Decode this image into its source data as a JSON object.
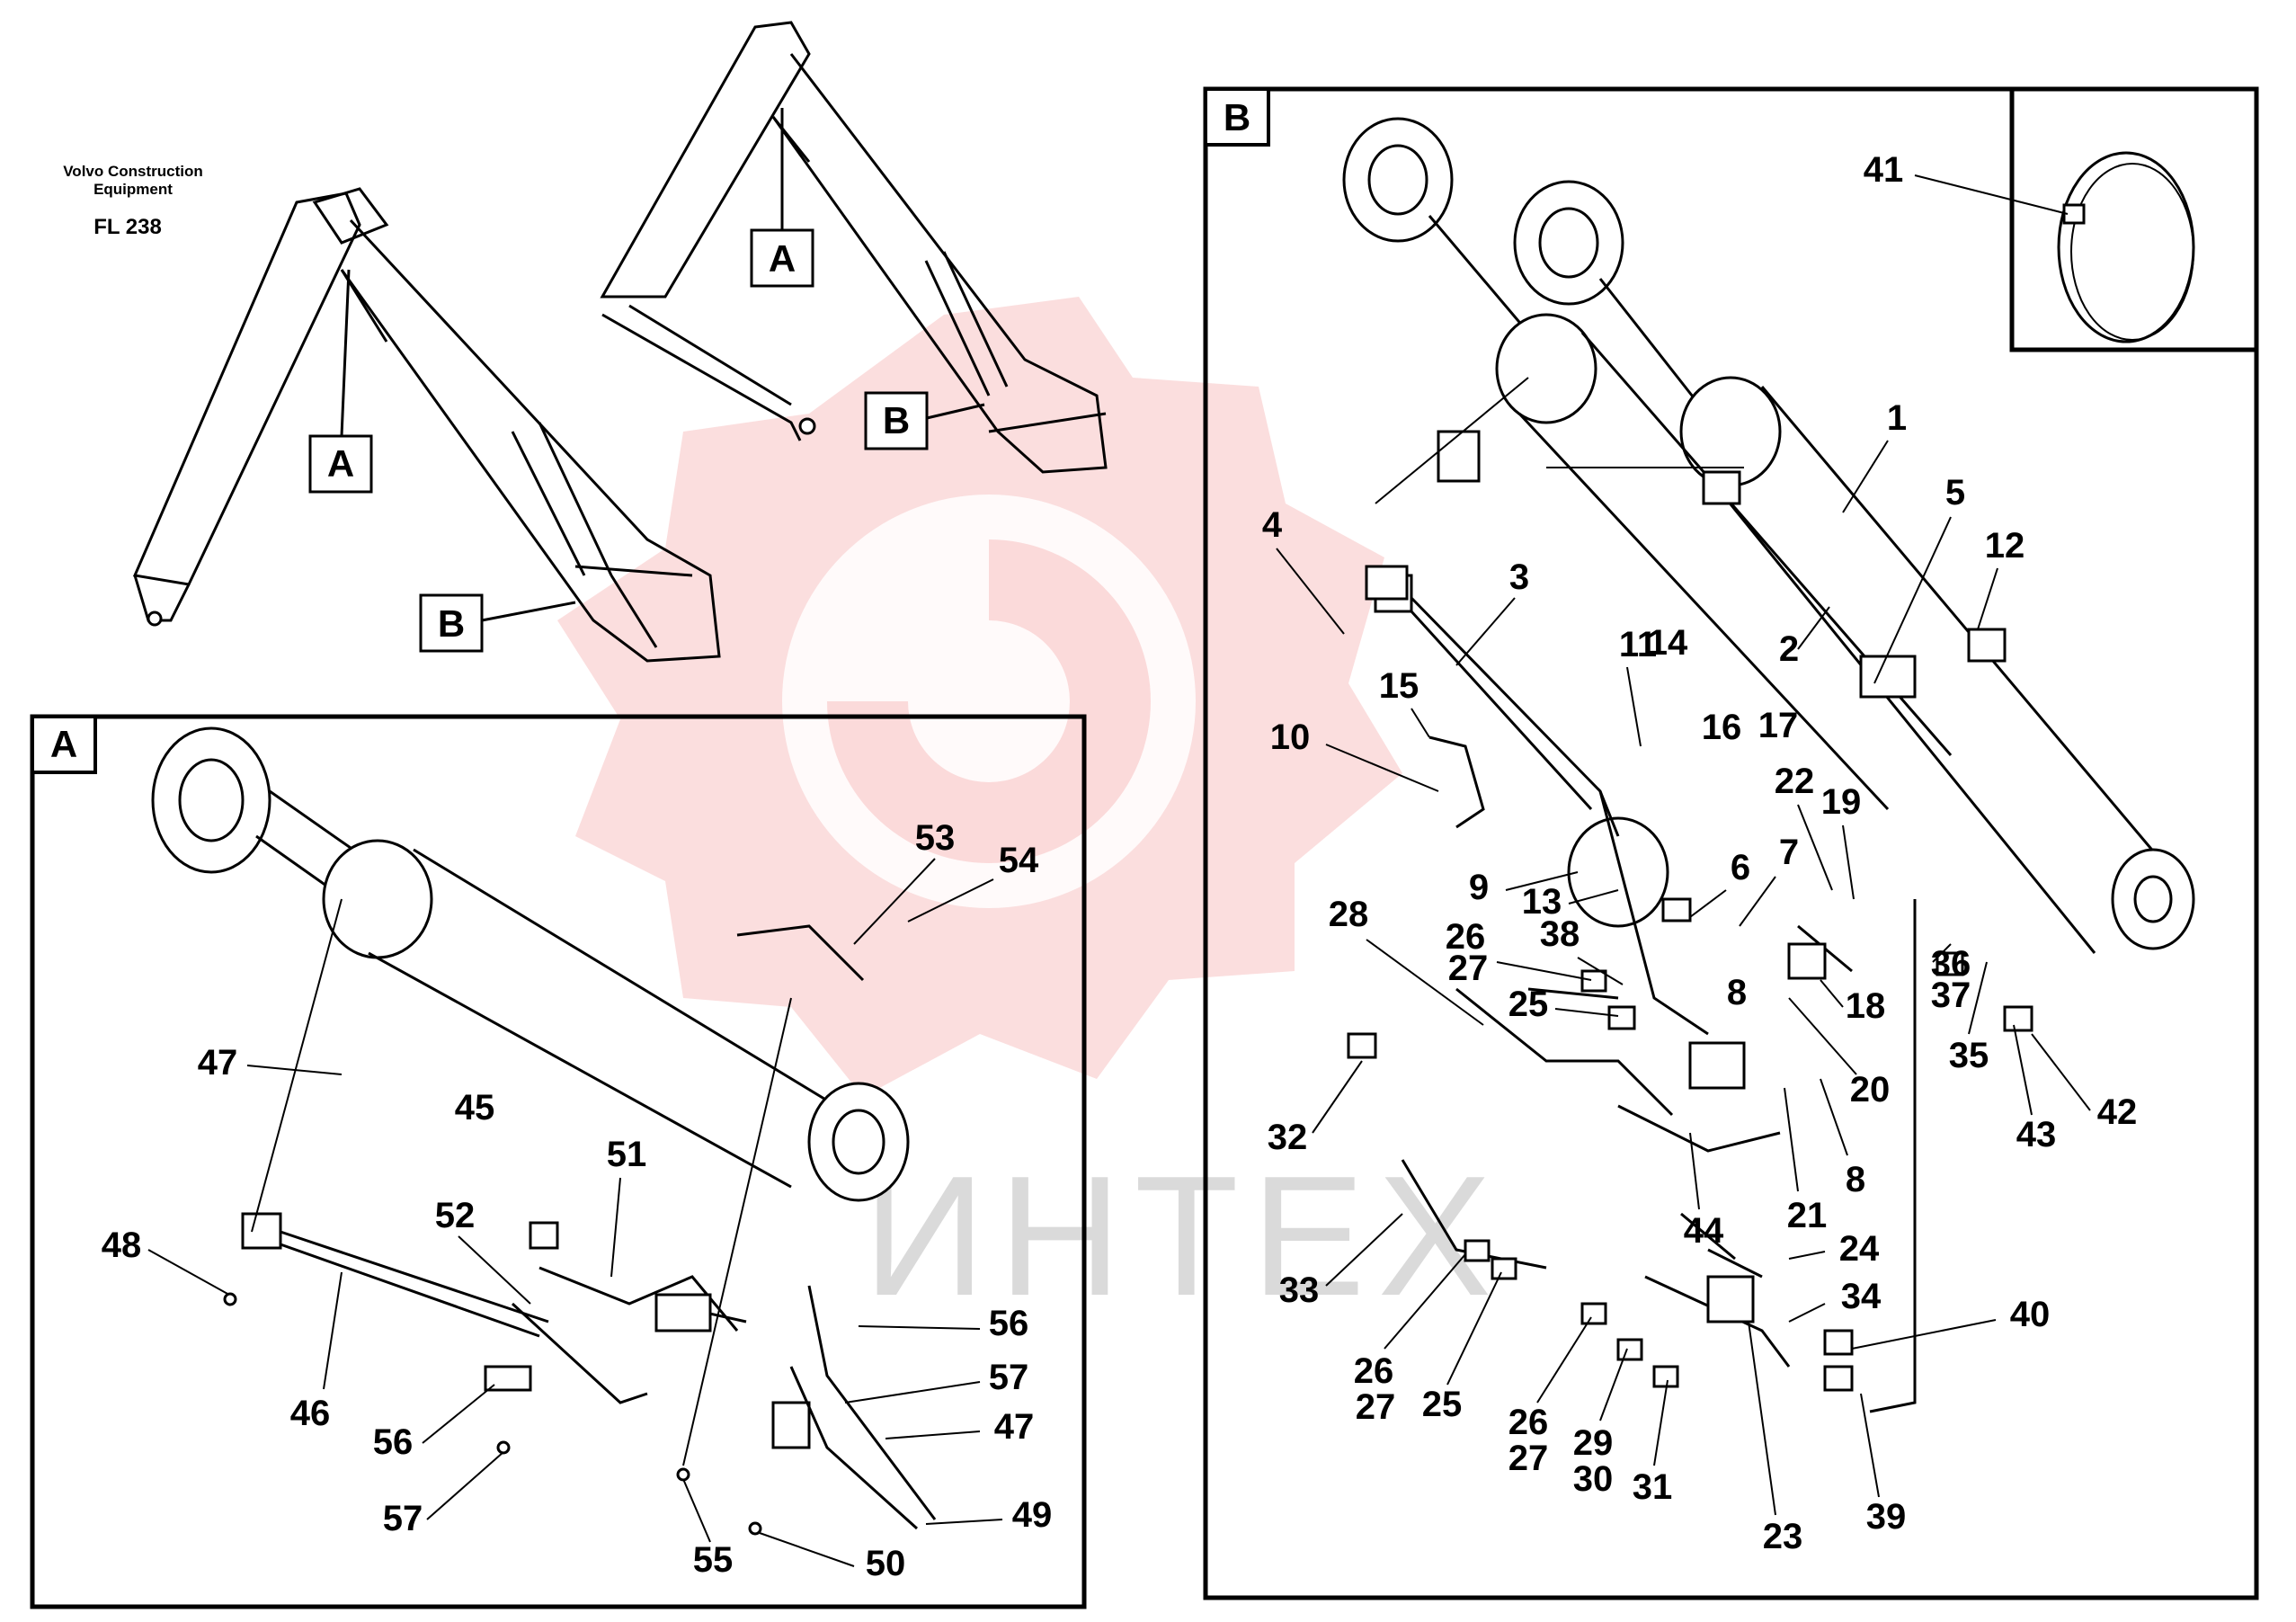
{
  "header": {
    "brand_line1": "Volvo Construction",
    "brand_line2": "Equipment",
    "model": "FL 238"
  },
  "watermark": "ИНТЕХ",
  "overview_callouts": {
    "left_A": "A",
    "left_B": "B",
    "right_A": "A",
    "right_B": "B"
  },
  "panel_a": {
    "tag": "A",
    "labels": [
      "45",
      "47",
      "48",
      "46",
      "53",
      "54",
      "51",
      "52",
      "56",
      "57",
      "47",
      "56",
      "57",
      "55",
      "49",
      "50"
    ]
  },
  "panel_b": {
    "tag": "B",
    "labels": [
      "41",
      "1",
      "5",
      "12",
      "2",
      "3",
      "4",
      "15",
      "11",
      "14",
      "16",
      "17",
      "10",
      "22",
      "19",
      "9",
      "13",
      "6",
      "7",
      "28",
      "26",
      "27",
      "38",
      "36",
      "37",
      "18",
      "25",
      "8",
      "20",
      "35",
      "43",
      "42",
      "32",
      "44",
      "21",
      "8",
      "24",
      "33",
      "34",
      "40",
      "26",
      "27",
      "25",
      "26",
      "27",
      "29",
      "30",
      "31",
      "23",
      "39"
    ]
  }
}
